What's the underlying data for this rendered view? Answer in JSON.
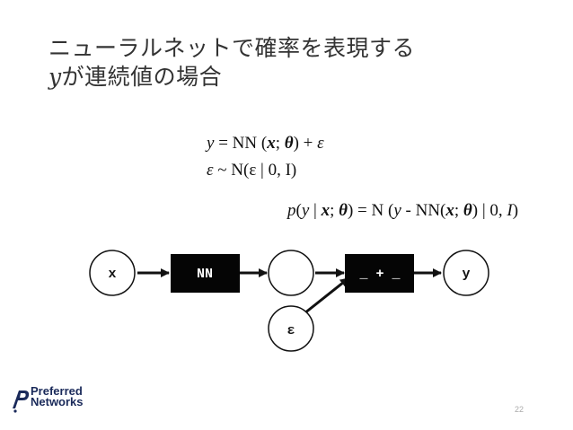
{
  "slide": {
    "title_line1": "ニューラルネットで確率を表現する",
    "title_line2_var": "y",
    "title_line2_rest": "が連続値の場合",
    "page_number": "22"
  },
  "equations": {
    "eq1": {
      "lhs": "y",
      "eq": " = NN (",
      "x": "x",
      "sep": "; ",
      "theta": "θ",
      "close": ") + ",
      "eps": "ε"
    },
    "eq2": {
      "eps": "ε",
      "rest": " ~ N(ε | 0, I)"
    },
    "eq3": {
      "p": "p",
      "open": "(",
      "y": "y",
      "bar": " | ",
      "x": "x",
      "sep": "; ",
      "theta": "θ",
      "mid": ") = N (",
      "y2": "y",
      "minus": " - NN(",
      "x2": "x",
      "sep2": "; ",
      "theta2": "θ",
      "tail": ") | 0, ",
      "I": "I",
      "end": ")"
    }
  },
  "diagram": {
    "node_x": "x",
    "node_nn": "NN",
    "node_add": "_ + _",
    "node_y": "y",
    "node_eps": "ε"
  },
  "logo": {
    "line1": "Preferred",
    "line2": "Networks",
    "accent_color": "#1a2a5a"
  }
}
